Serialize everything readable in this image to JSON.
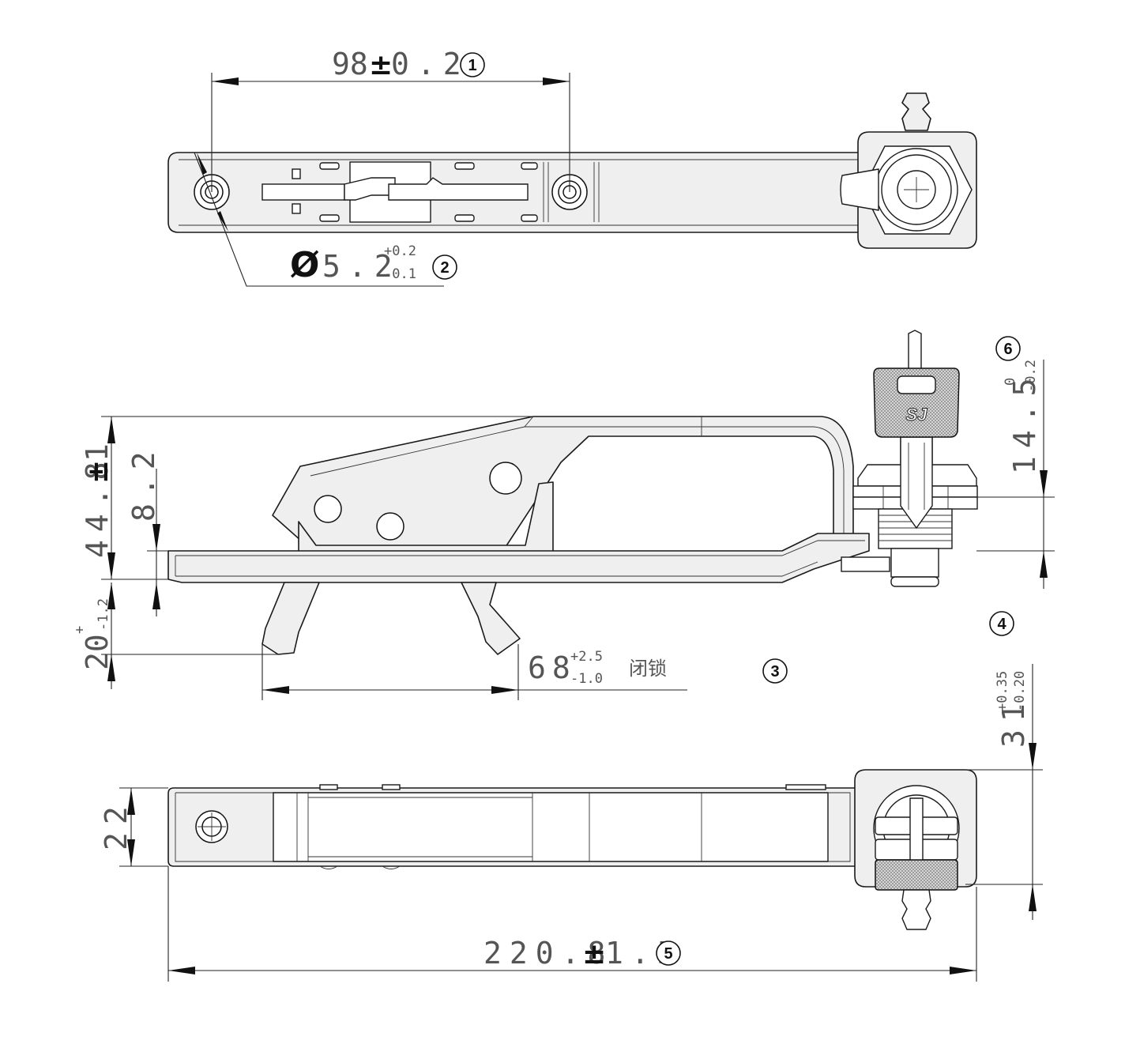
{
  "dimensions": {
    "d1": {
      "value": "98",
      "pm": "±",
      "tol": "0.2",
      "callout": "1"
    },
    "d2": {
      "symbol": "Ø",
      "value": "5.2",
      "tol_upper": "+0.2",
      "tol_lower": "-0.1",
      "callout": "2"
    },
    "d3": {
      "value": "68",
      "tol_upper": "+2.5",
      "tol_lower": "-1.0",
      "note": "闭锁",
      "callout": "3"
    },
    "d4": {
      "value": "31",
      "tol_upper": "+0.35",
      "tol_lower": "-0.20",
      "callout": "4"
    },
    "d5": {
      "value": "220.8",
      "pm": "±",
      "tol": "1.5",
      "callout": "5"
    },
    "d6": {
      "value": "14.5",
      "tol_upper": "0",
      "tol_lower": "-0.2",
      "callout": "6"
    },
    "d_height": {
      "value": "44.8",
      "pm": "±",
      "tol": "1"
    },
    "d_inner": {
      "value": "8.2"
    },
    "d_depth": {
      "value": "20",
      "tol_upper": "+",
      "tol_lower": "-1.2"
    },
    "d_width": {
      "value": "22"
    }
  },
  "key_logo": {
    "text": "SJ"
  },
  "colors": {
    "line": "#1a1a1a",
    "fill": "#efefef",
    "text": "#555555"
  }
}
